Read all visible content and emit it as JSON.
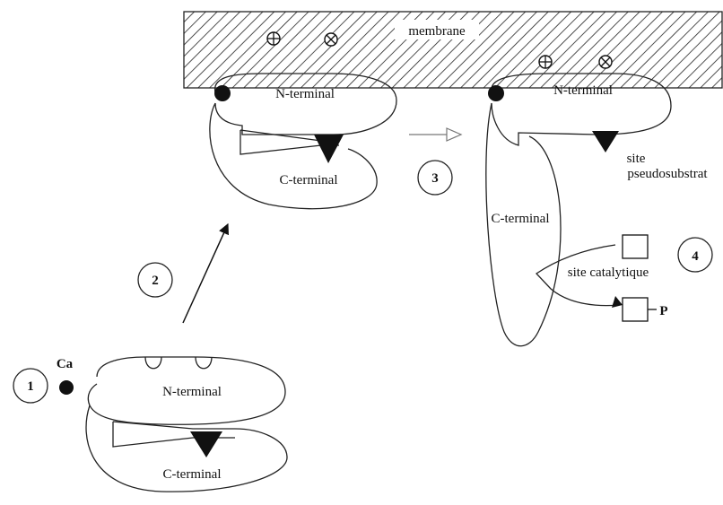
{
  "membrane_label": "membrane",
  "steps": {
    "s1": "1",
    "s2": "2",
    "s3": "3",
    "s4": "4"
  },
  "ion_label": "Ca",
  "n_terminal": "N-terminal",
  "c_terminal": "C-terminal",
  "site_label_line1": "site",
  "site_label_line2": "pseudosubstrat",
  "site_catalytique": "site catalytique",
  "phospho_label": "P",
  "colors": {
    "ink": "#111111",
    "background": "#ffffff"
  }
}
